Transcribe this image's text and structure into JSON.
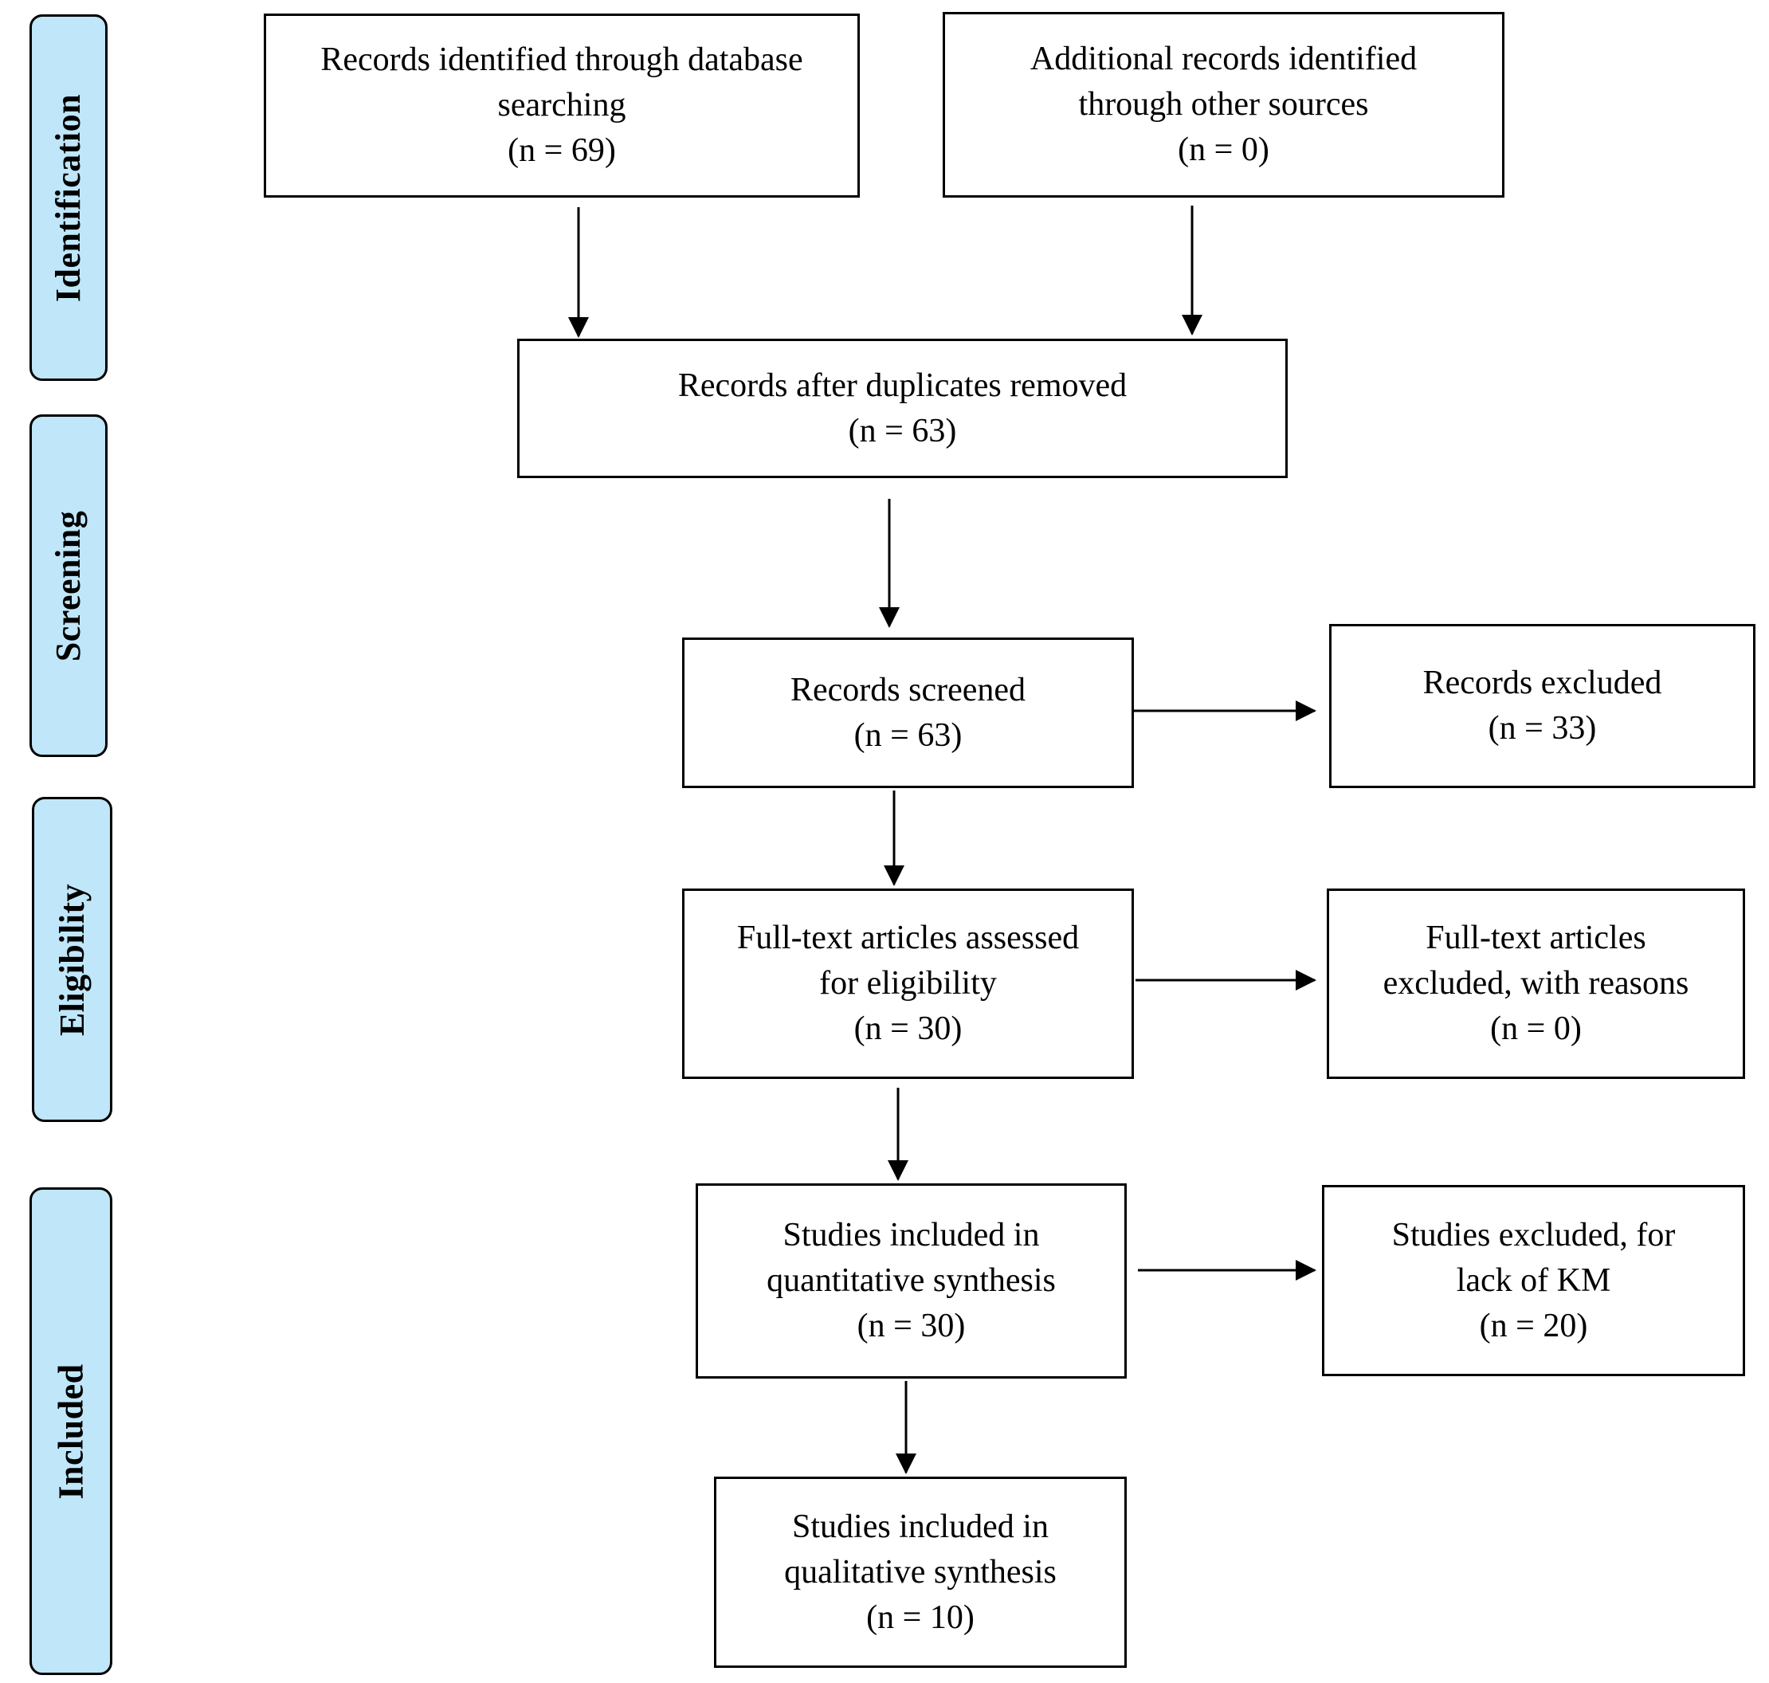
{
  "phases": {
    "identification": "Identification",
    "screening": "Screening",
    "eligibility": "Eligibility",
    "included": "Included"
  },
  "boxes": {
    "database": {
      "line1": "Records identified through database",
      "line2": "searching",
      "count": "(n = 69)"
    },
    "other_sources": {
      "line1": "Additional records identified",
      "line2": "through other sources",
      "count": "(n = 0)"
    },
    "after_duplicates": {
      "line1": "Records after duplicates removed",
      "count": "(n = 63)"
    },
    "screened": {
      "line1": "Records screened",
      "count": "(n = 63)"
    },
    "excluded": {
      "line1": "Records excluded",
      "count": "(n = 33)"
    },
    "fulltext_assessed": {
      "line1": "Full-text articles assessed",
      "line2": "for eligibility",
      "count": "(n = 30)"
    },
    "fulltext_excluded": {
      "line1": "Full-text articles",
      "line2": "excluded, with reasons",
      "count": "(n = 0)"
    },
    "quantitative": {
      "line1": "Studies included in",
      "line2": "quantitative synthesis",
      "count": "(n = 30)"
    },
    "studies_excluded": {
      "line1": "Studies excluded, for",
      "line2": "lack of KM",
      "count": "(n = 20)"
    },
    "qualitative": {
      "line1": "Studies included in",
      "line2": "qualitative synthesis",
      "count": "(n = 10)"
    }
  },
  "colors": {
    "phase_fill": "#bfe6f9",
    "stroke": "#000000"
  }
}
